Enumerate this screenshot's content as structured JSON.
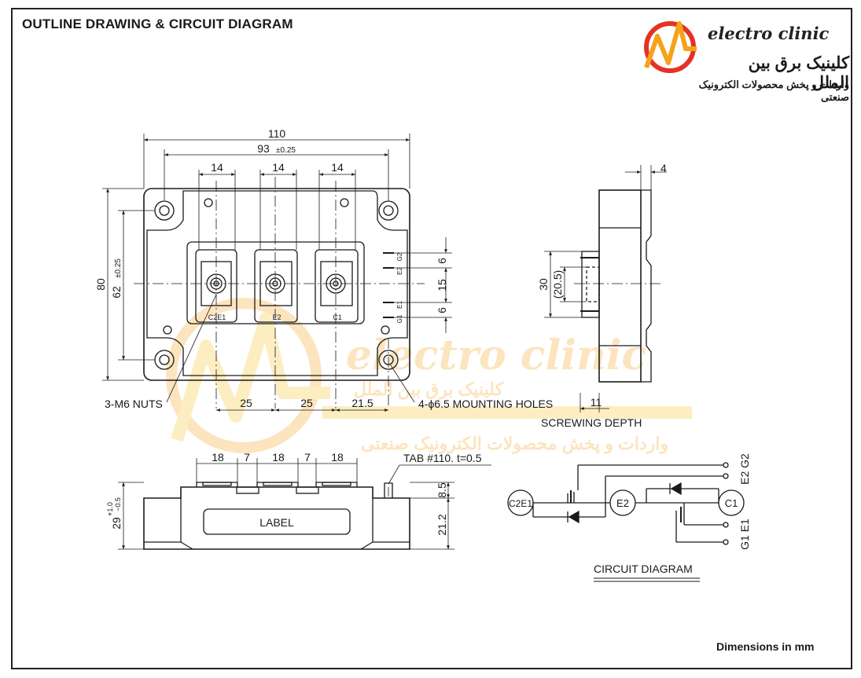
{
  "title": "OUTLINE DRAWING & CIRCUIT DIAGRAM",
  "footer_note": "Dimensions in mm",
  "logo": {
    "brand": "electro clinic",
    "tagline_fa": "کلینیک برق بین الملل",
    "subtitle_fa": "واردات و پخش محصولات الکترونیک صنعتی",
    "colors": {
      "red": "#e53224",
      "orange": "#f5a21b",
      "yellow": "#f7c325"
    }
  },
  "top_view": {
    "dim_overall_width": "110",
    "dim_hole_spacing": "93",
    "dim_hole_spacing_tol": "±0.25",
    "dim_terminal_width": [
      "14",
      "14",
      "14"
    ],
    "dim_overall_height": "80",
    "dim_hole_height": "62",
    "dim_hole_height_tol": "±0.25",
    "dim_right": [
      "6",
      "15",
      "6"
    ],
    "dim_bottom": [
      "25",
      "25",
      "21.5"
    ],
    "terminal_labels": [
      "C2E1",
      "E2",
      "C1"
    ],
    "pin_labels": [
      "G2",
      "E2",
      "E1",
      "G1"
    ],
    "callout_nuts": "3-M6 NUTS",
    "callout_holes": "4-ϕ6.5 MOUNTING HOLES"
  },
  "side_view": {
    "dim_top": "4",
    "dim_height": "30",
    "dim_inner": "(20.5)",
    "dim_screw": "11",
    "screw_label": "SCREWING DEPTH"
  },
  "front_view": {
    "dim_top": [
      "18",
      "7",
      "18",
      "7",
      "18"
    ],
    "tab_label": "TAB #110. t=0.5",
    "dim_right": [
      "8.5",
      "21.2"
    ],
    "dim_left": "29",
    "dim_left_tol_plus": "+1.0",
    "dim_left_tol_minus": "−0.5",
    "label_text": "LABEL"
  },
  "circuit": {
    "nodes": [
      "C2E1",
      "E2",
      "C1"
    ],
    "pins": [
      "E2 G2",
      "G1 E1"
    ],
    "caption": "CIRCUIT DIAGRAM"
  },
  "watermark": {
    "brand": "electro clinic",
    "fa1": "کلینیک برق بین الملل",
    "fa2": "واردات و پخش محصولات الکترونیک صنعتی"
  }
}
